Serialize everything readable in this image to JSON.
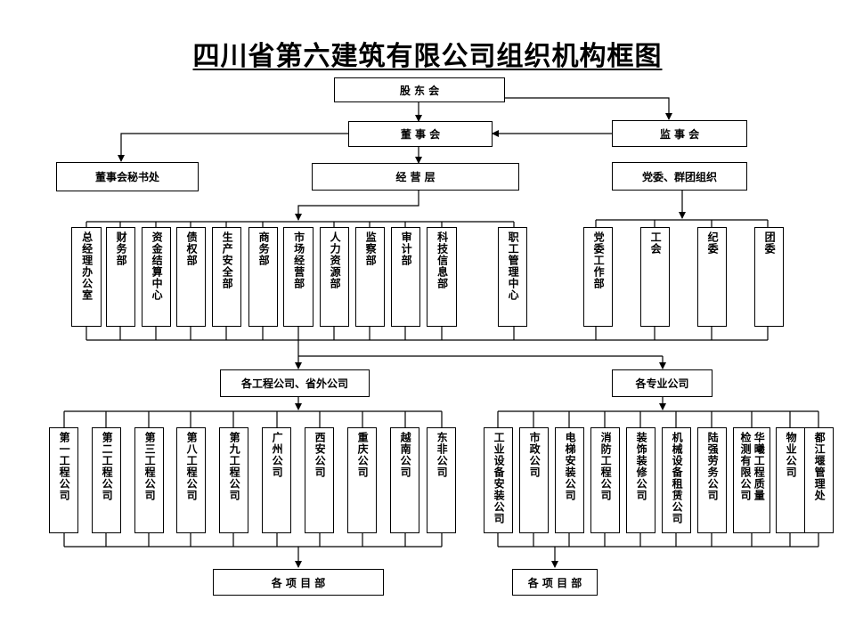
{
  "title": "四川省第六建筑有限公司组织机构框图",
  "top": {
    "shareholders": "股 东 会",
    "board": "董 事 会",
    "supervisors": "监 事 会",
    "board_secretary": "董事会秘书处",
    "management": "经 营 层",
    "party": "党委、群团组织"
  },
  "departments": [
    "总经理办公室",
    "财务部",
    "资金结算中心",
    "债权部",
    "生产安全部",
    "商务部",
    "市场经营部",
    "人力资源部",
    "监察部",
    "审计部",
    "科技信息部",
    "职工管理中心"
  ],
  "party_units": [
    "党委工作部",
    "工会",
    "纪委",
    "团委"
  ],
  "groups": {
    "engineering": "各工程公司、省外公司",
    "specialty": "各专业公司"
  },
  "engineering_companies": [
    "第一工程公司",
    "第二工程公司",
    "第三工程公司",
    "第八工程公司",
    "第九工程公司",
    "广州公司",
    "西安公司",
    "重庆公司",
    "越南公司",
    "东非公司"
  ],
  "specialty_companies": [
    "工业设备安装公司",
    "市政公司",
    "电梯安装公司",
    "消防工程公司",
    "装饰装修公司",
    "机械设备租赁公司",
    "陆强劳务公司"
  ],
  "specialty_quality": {
    "col_a": "华曦工程质量",
    "col_b": "检测有限公司"
  },
  "specialty_tail": [
    "物业公司",
    "都江堰管理处"
  ],
  "projects": {
    "left": "各 项 目 部",
    "right": "各 项 目 部"
  }
}
